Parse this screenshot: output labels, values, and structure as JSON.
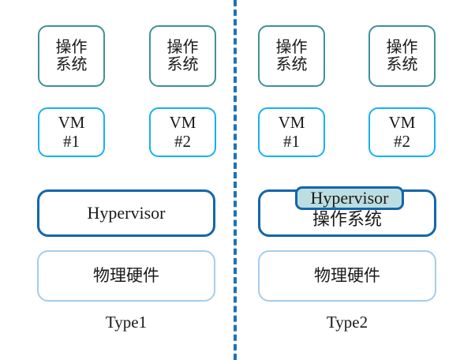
{
  "diagram": {
    "title_left": "Type1",
    "title_right": "Type2",
    "divider_color": "#1a72b8",
    "colors": {
      "os_border": "#3f9098",
      "vm_border": "#18b0f0",
      "hypervisor_border": "#1366ab",
      "hardware_border": "#a6cdea",
      "hypervisor_chip_fill": "#bcdee0",
      "text": "#1a1a1a",
      "background": "#ffffff"
    },
    "left": {
      "caption": "Type1",
      "os_boxes": [
        {
          "label": "操作\n系统"
        },
        {
          "label": "操作\n系统"
        }
      ],
      "vm_boxes": [
        {
          "label": "VM\n#1"
        },
        {
          "label": "VM\n#2"
        }
      ],
      "hypervisor": {
        "label": "Hypervisor"
      },
      "hardware": {
        "label": "物理硬件"
      }
    },
    "right": {
      "caption": "Type2",
      "os_boxes": [
        {
          "label": "操作\n系统"
        },
        {
          "label": "操作\n系统"
        }
      ],
      "vm_boxes": [
        {
          "label": "VM\n#1"
        },
        {
          "label": "VM\n#2"
        }
      ],
      "platform": {
        "chip_label": "Hypervisor",
        "host_os_label": "操作系统"
      },
      "hardware": {
        "label": "物理硬件"
      }
    }
  }
}
